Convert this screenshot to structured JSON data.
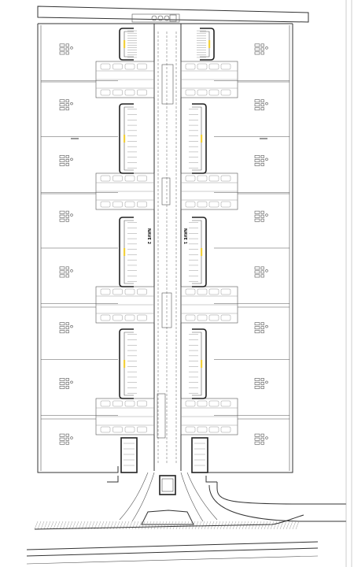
{
  "plan": {
    "background": "#ffffff",
    "line_color": "#333333",
    "accent_yellow": "#f2d03b",
    "bay_labels": [
      {
        "text": "NAVE 2"
      },
      {
        "text": "NAVE 1"
      }
    ],
    "lot_rows": 8,
    "stall_count_per_block": 12
  }
}
